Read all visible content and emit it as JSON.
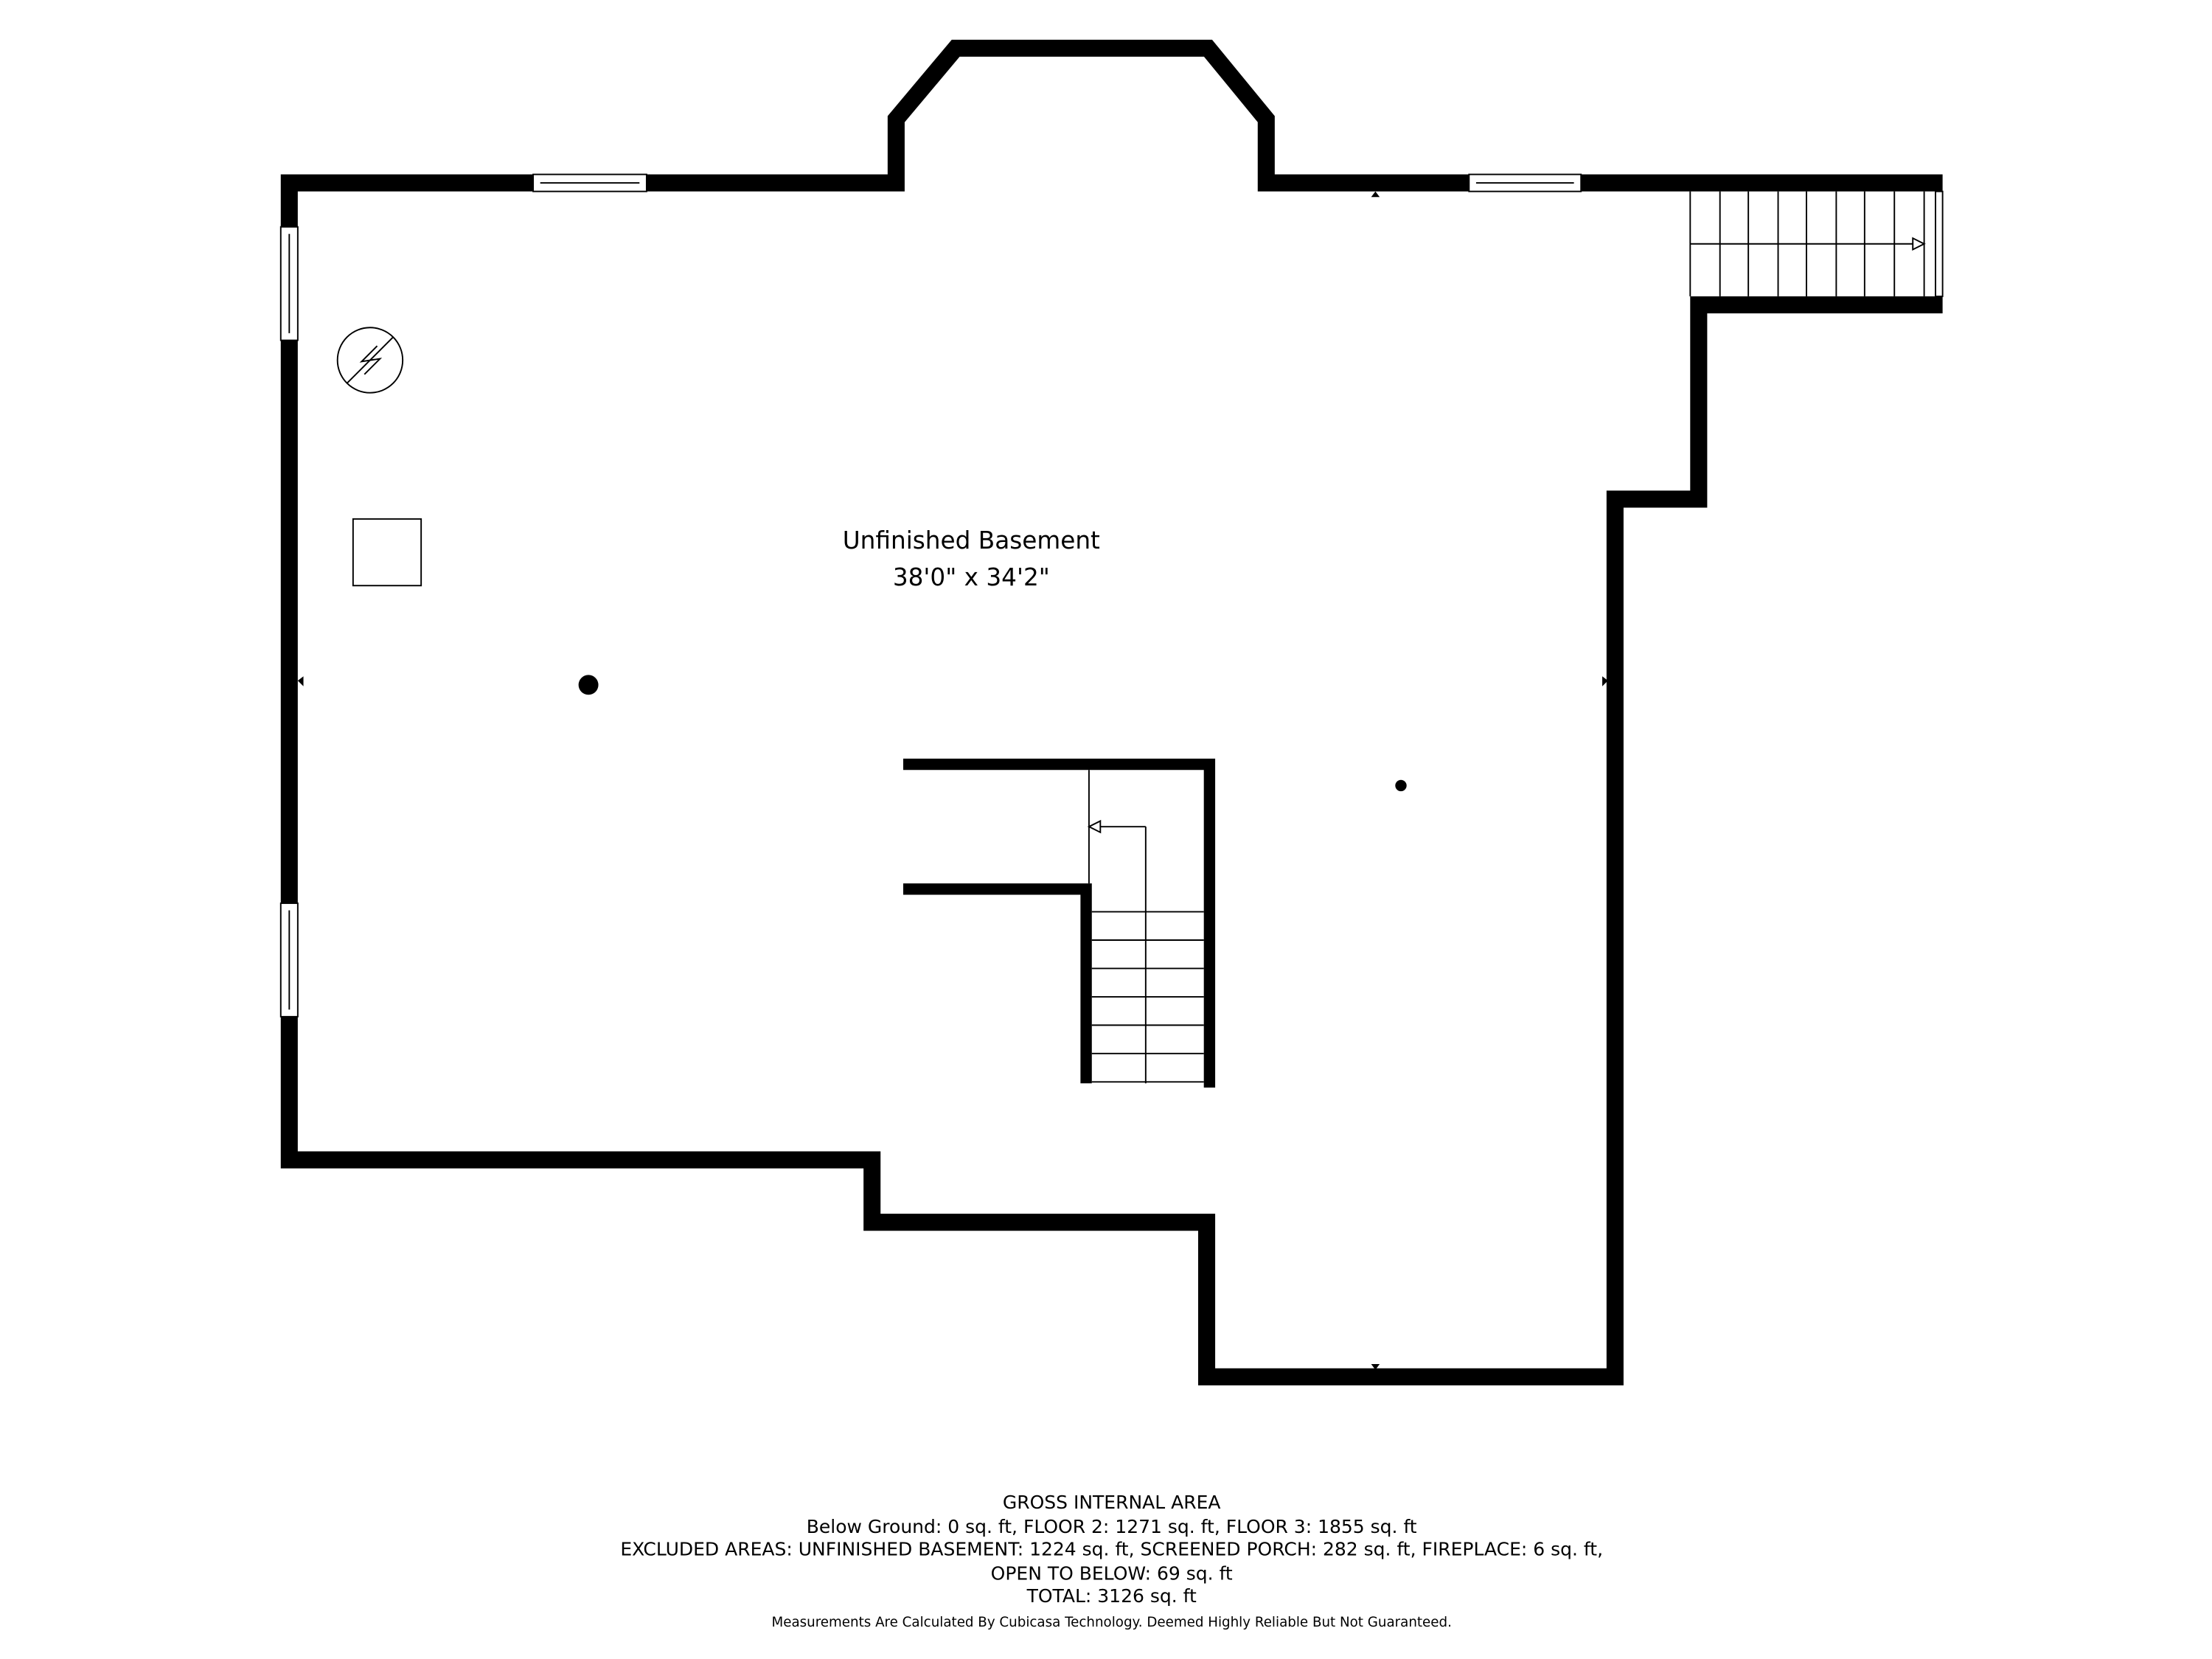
{
  "room": {
    "name": "Unfinished Basement",
    "dimensions": "38'0\" x 34'2\""
  },
  "footer": {
    "heading": "GROSS INTERNAL AREA",
    "line1": "Below Ground: 0 sq. ft, FLOOR 2: 1271 sq. ft, FLOOR 3: 1855 sq. ft",
    "line2": "EXCLUDED AREAS: UNFINISHED BASEMENT: 1224 sq. ft, SCREENED PORCH: 282 sq. ft, FIREPLACE: 6 sq. ft,",
    "line3": "OPEN TO BELOW: 69 sq. ft",
    "total": "TOTAL: 3126 sq. ft",
    "disclaimer": "Measurements Are Calculated By Cubicasa Technology. Deemed Highly Reliable But Not Guaranteed."
  },
  "colors": {
    "wall": "#000000",
    "background": "#ffffff"
  }
}
